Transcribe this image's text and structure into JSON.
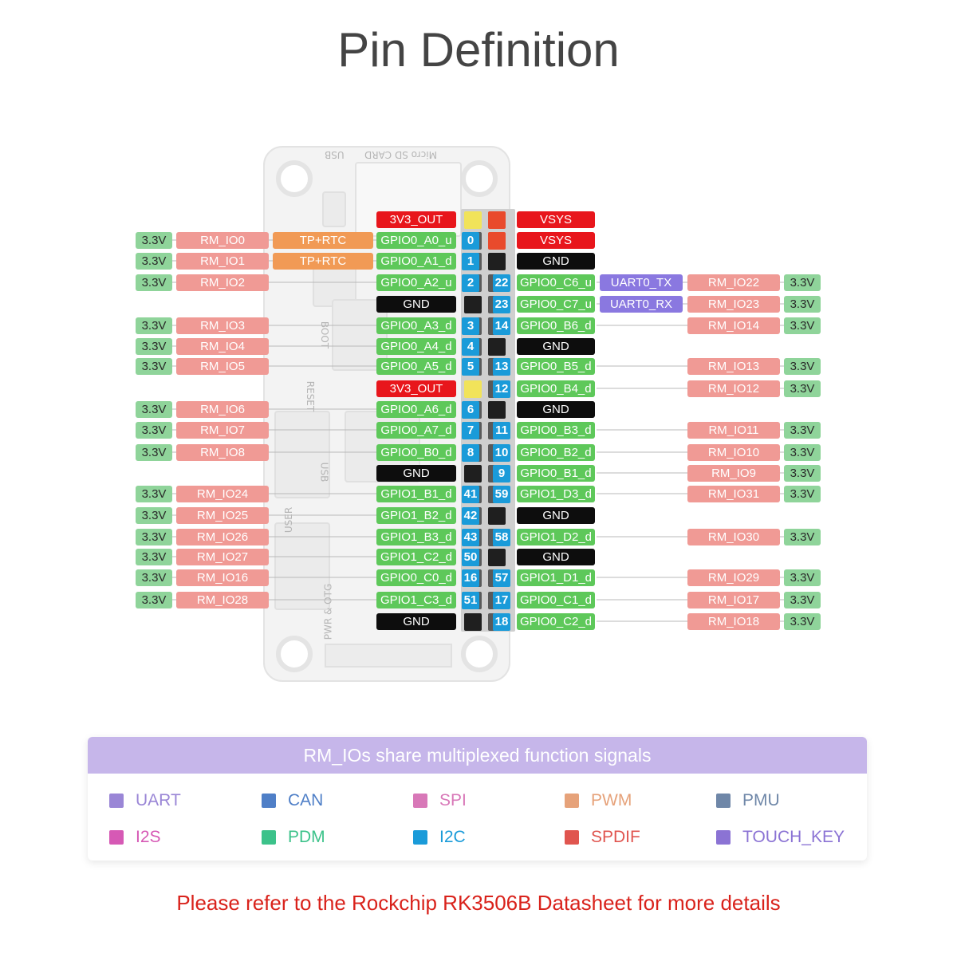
{
  "title": "Pin Definition",
  "board": {
    "sd_label": "Micro SD CARD",
    "usb_label": "USB",
    "usb_label_2": "USB",
    "boot_label": "BOOT",
    "reset_label": "RESET",
    "user_label": "USER",
    "pwr_label": "PWR & OTG"
  },
  "colors": {
    "power": "#e8161c",
    "gpio": "#5ec85a",
    "gnd": "#0d0d0d",
    "rm": "#f09a95",
    "v33": "#8fd49a",
    "tp": "#f19a55",
    "uart": "#8a78e0",
    "pinnum": "#1a9bd9"
  },
  "pins": {
    "left": [
      {
        "row": 0,
        "func": "3V3_OUT",
        "type": "power"
      },
      {
        "row": 1,
        "func": "GPIO0_A0_u",
        "type": "gpio",
        "num": "0",
        "tp": "TP+RTC",
        "rm": "RM_IO0",
        "v": "3.3V"
      },
      {
        "row": 2,
        "func": "GPIO0_A1_d",
        "type": "gpio",
        "num": "1",
        "tp": "TP+RTC",
        "rm": "RM_IO1",
        "v": "3.3V"
      },
      {
        "row": 3,
        "func": "GPIO0_A2_u",
        "type": "gpio",
        "num": "2",
        "rm": "RM_IO2",
        "v": "3.3V"
      },
      {
        "row": 4,
        "func": "GND",
        "type": "gnd"
      },
      {
        "row": 5,
        "func": "GPIO0_A3_d",
        "type": "gpio",
        "num": "3",
        "rm": "RM_IO3",
        "v": "3.3V"
      },
      {
        "row": 6,
        "func": "GPIO0_A4_d",
        "type": "gpio",
        "num": "4",
        "rm": "RM_IO4",
        "v": "3.3V"
      },
      {
        "row": 7,
        "func": "GPIO0_A5_d",
        "type": "gpio",
        "num": "5",
        "rm": "RM_IO5",
        "v": "3.3V"
      },
      {
        "row": 8,
        "func": "3V3_OUT",
        "type": "power"
      },
      {
        "row": 9,
        "func": "GPIO0_A6_d",
        "type": "gpio",
        "num": "6",
        "rm": "RM_IO6",
        "v": "3.3V"
      },
      {
        "row": 10,
        "func": "GPIO0_A7_d",
        "type": "gpio",
        "num": "7",
        "rm": "RM_IO7",
        "v": "3.3V"
      },
      {
        "row": 11,
        "func": "GPIO0_B0_d",
        "type": "gpio",
        "num": "8",
        "rm": "RM_IO8",
        "v": "3.3V"
      },
      {
        "row": 12,
        "func": "GND",
        "type": "gnd"
      },
      {
        "row": 13,
        "func": "GPIO1_B1_d",
        "type": "gpio",
        "num": "41",
        "rm": "RM_IO24",
        "v": "3.3V"
      },
      {
        "row": 14,
        "func": "GPIO1_B2_d",
        "type": "gpio",
        "num": "42",
        "rm": "RM_IO25",
        "v": "3.3V"
      },
      {
        "row": 15,
        "func": "GPIO1_B3_d",
        "type": "gpio",
        "num": "43",
        "rm": "RM_IO26",
        "v": "3.3V"
      },
      {
        "row": 16,
        "func": "GPIO1_C2_d",
        "type": "gpio",
        "num": "50",
        "rm": "RM_IO27",
        "v": "3.3V"
      },
      {
        "row": 17,
        "func": "GPIO0_C0_d",
        "type": "gpio",
        "num": "16",
        "rm": "RM_IO16",
        "v": "3.3V"
      },
      {
        "row": 18,
        "func": "GPIO1_C3_d",
        "type": "gpio",
        "num": "51",
        "rm": "RM_IO28",
        "v": "3.3V"
      },
      {
        "row": 19,
        "func": "GND",
        "type": "gnd"
      }
    ],
    "right": [
      {
        "row": 0,
        "func": "VSYS",
        "type": "power"
      },
      {
        "row": 1,
        "func": "VSYS",
        "type": "power"
      },
      {
        "row": 2,
        "func": "GND",
        "type": "gnd"
      },
      {
        "row": 3,
        "func": "GPIO0_C6_u",
        "type": "gpio",
        "num": "22",
        "uart": "UART0_TX",
        "rm": "RM_IO22",
        "v": "3.3V"
      },
      {
        "row": 4,
        "func": "GPIO0_C7_u",
        "type": "gpio",
        "num": "23",
        "uart": "UART0_RX",
        "rm": "RM_IO23",
        "v": "3.3V"
      },
      {
        "row": 5,
        "func": "GPIO0_B6_d",
        "type": "gpio",
        "num": "14",
        "rm": "RM_IO14",
        "v": "3.3V"
      },
      {
        "row": 6,
        "func": "GND",
        "type": "gnd"
      },
      {
        "row": 7,
        "func": "GPIO0_B5_d",
        "type": "gpio",
        "num": "13",
        "rm": "RM_IO13",
        "v": "3.3V"
      },
      {
        "row": 8,
        "func": "GPIO0_B4_d",
        "type": "gpio",
        "num": "12",
        "rm": "RM_IO12",
        "v": "3.3V"
      },
      {
        "row": 9,
        "func": "GND",
        "type": "gnd"
      },
      {
        "row": 10,
        "func": "GPIO0_B3_d",
        "type": "gpio",
        "num": "11",
        "rm": "RM_IO11",
        "v": "3.3V"
      },
      {
        "row": 11,
        "func": "GPIO0_B2_d",
        "type": "gpio",
        "num": "10",
        "rm": "RM_IO10",
        "v": "3.3V"
      },
      {
        "row": 12,
        "func": "GPIO0_B1_d",
        "type": "gpio",
        "num": "9",
        "rm": "RM_IO9",
        "v": "3.3V"
      },
      {
        "row": 13,
        "func": "GPIO1_D3_d",
        "type": "gpio",
        "num": "59",
        "rm": "RM_IO31",
        "v": "3.3V"
      },
      {
        "row": 14,
        "func": "GND",
        "type": "gnd"
      },
      {
        "row": 15,
        "func": "GPIO1_D2_d",
        "type": "gpio",
        "num": "58",
        "rm": "RM_IO30",
        "v": "3.3V"
      },
      {
        "row": 16,
        "func": "GND",
        "type": "gnd"
      },
      {
        "row": 17,
        "func": "GPIO1_D1_d",
        "type": "gpio",
        "num": "57",
        "rm": "RM_IO29",
        "v": "3.3V"
      },
      {
        "row": 18,
        "func": "GPIO0_C1_d",
        "type": "gpio",
        "num": "17",
        "rm": "RM_IO17",
        "v": "3.3V"
      },
      {
        "row": 19,
        "func": "GPIO0_C2_d",
        "type": "gpio",
        "num": "18",
        "rm": "RM_IO18",
        "v": "3.3V"
      }
    ]
  },
  "legend": {
    "title": "RM_IOs share multiplexed function signals",
    "items": [
      {
        "label": "UART",
        "color": "#9a86d6"
      },
      {
        "label": "CAN",
        "color": "#4f7fc7"
      },
      {
        "label": "SPI",
        "color": "#d878b8"
      },
      {
        "label": "PWM",
        "color": "#e6a27a"
      },
      {
        "label": "PMU",
        "color": "#6f87a8"
      },
      {
        "label": "I2S",
        "color": "#d659b5"
      },
      {
        "label": "PDM",
        "color": "#3cc28a"
      },
      {
        "label": "I2C",
        "color": "#1a9bd9"
      },
      {
        "label": "SPDIF",
        "color": "#e0554f"
      },
      {
        "label": "TOUCH_KEY",
        "color": "#8b73d4"
      }
    ]
  },
  "note": "Please refer to the Rockchip RK3506B Datasheet for more details"
}
